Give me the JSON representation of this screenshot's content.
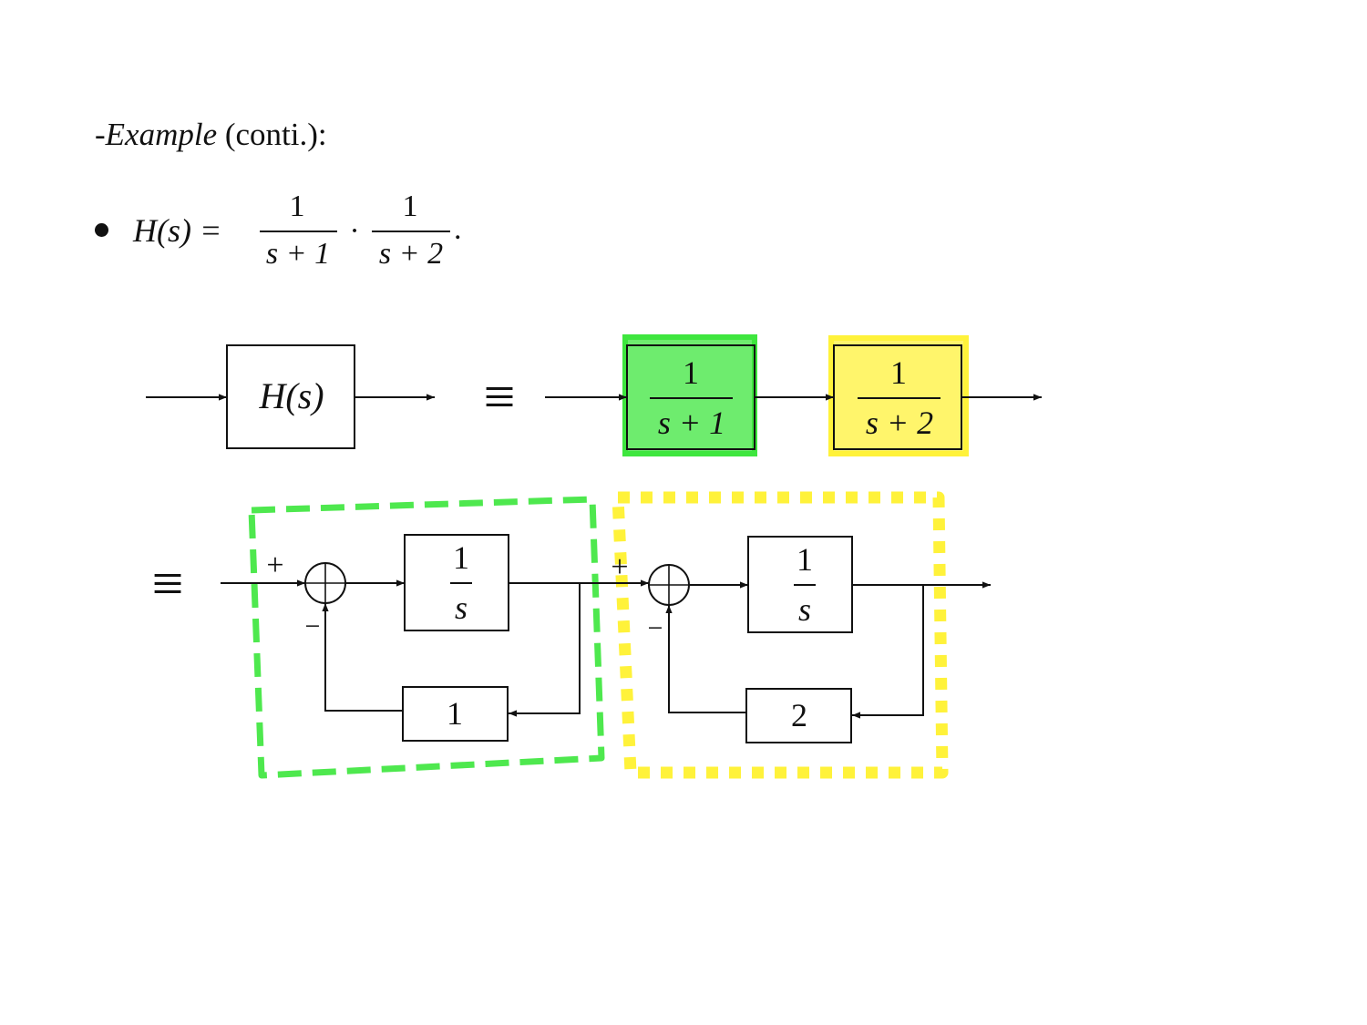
{
  "heading": {
    "prefix": "-",
    "emph": "Example",
    "rest": "(conti.):"
  },
  "equation": {
    "lhs": "H(s) =",
    "factor1": {
      "num": "1",
      "den": "s + 1"
    },
    "dot": "·",
    "factor2": {
      "num": "1",
      "den": "s + 2"
    },
    "end": "."
  },
  "row1": {
    "h_block": "H(s)",
    "equiv": "≡",
    "block1": {
      "num": "1",
      "den": "s + 1"
    },
    "block2": {
      "num": "1",
      "den": "s + 2"
    }
  },
  "row2": {
    "equiv": "≡",
    "stage1": {
      "plus": "+",
      "minus": "−",
      "forward": {
        "num": "1",
        "den": "s"
      },
      "feedback": "1"
    },
    "stage2": {
      "plus": "+",
      "minus": "−",
      "forward": {
        "num": "1",
        "den": "s"
      },
      "feedback": "2"
    }
  },
  "highlights": {
    "green": "#4ee84e",
    "yellow": "#fff23a"
  }
}
